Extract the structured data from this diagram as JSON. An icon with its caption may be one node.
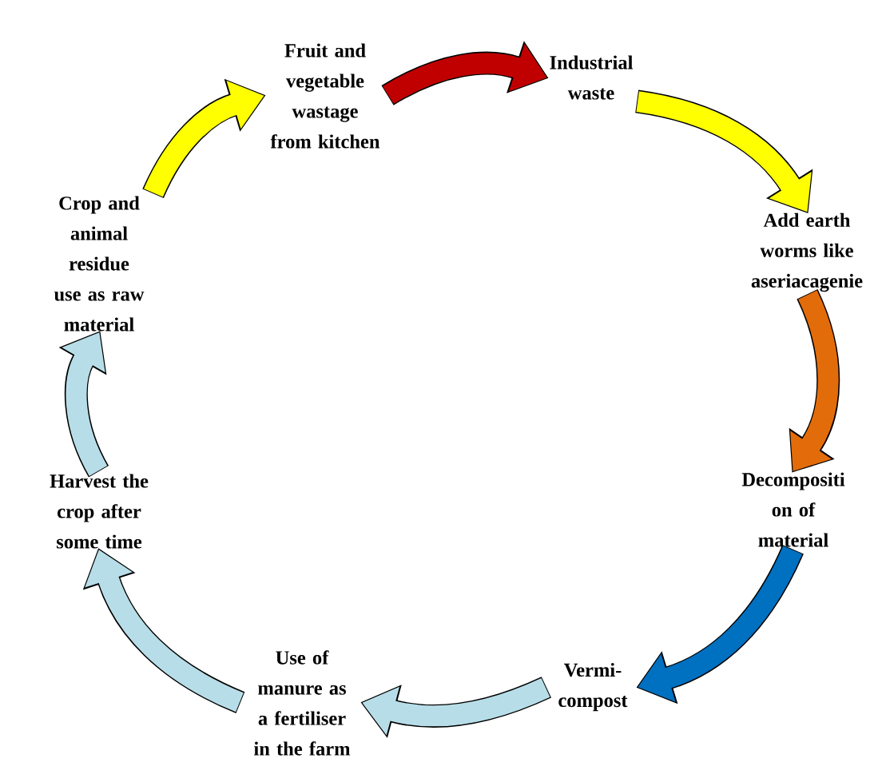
{
  "diagram": {
    "nodes": [
      {
        "text": [
          "Fruit and vegetable wastage from kitchen"
        ]
      },
      {
        "text": [
          "Industrial waste"
        ]
      },
      {
        "text": [
          "Add earth worms like aseriacagenie"
        ]
      },
      {
        "text": [
          "Decompositi on of material"
        ]
      },
      {
        "text": [
          "Vermi- compost"
        ]
      },
      {
        "text": [
          "Use of manure as a fertiliser in the farm"
        ]
      },
      {
        "text": [
          "Harvest the crop after some time"
        ]
      },
      {
        "text": [
          "Crop and animal residue use as raw material"
        ]
      }
    ],
    "edges": [
      {
        "from": 0,
        "to": 1,
        "arrow": "to",
        "color": "#c00000"
      },
      {
        "from": 1,
        "to": 2,
        "arrow": "to",
        "color": "#ffff00"
      },
      {
        "from": 2,
        "to": 3,
        "arrow": "to",
        "color": "#e36c0a"
      },
      {
        "from": 3,
        "to": 4,
        "arrow": "to",
        "color": "#0070c0"
      },
      {
        "from": 4,
        "to": 5,
        "arrow": "to",
        "color": "#b7dee8"
      },
      {
        "from": 5,
        "to": 6,
        "arrow": "to",
        "color": "#b7dee8"
      },
      {
        "from": 6,
        "to": 7,
        "arrow": "to",
        "color": "#b7dee8"
      },
      {
        "from": 7,
        "to": 0,
        "arrow": "to",
        "color": "#ffff00"
      }
    ]
  }
}
